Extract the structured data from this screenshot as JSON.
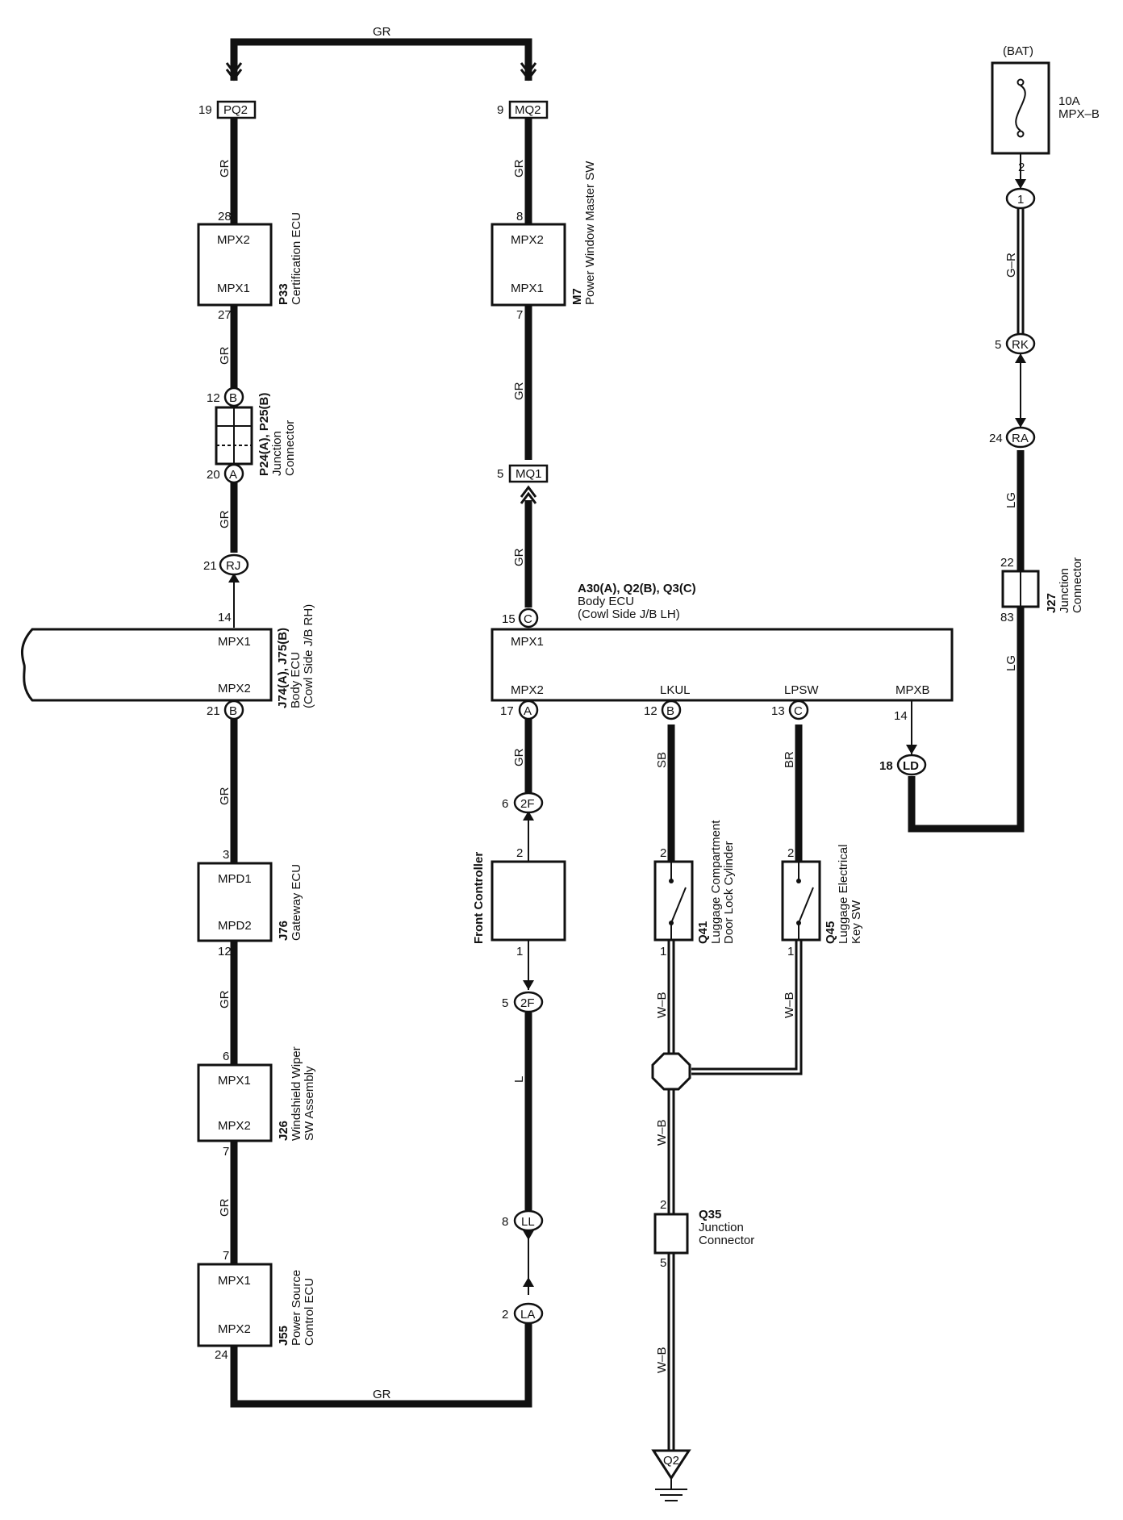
{
  "wires": {
    "gr_top": "GR",
    "gr_bottom": "GR",
    "gr_pq2_p33": "GR",
    "gr_p33_p24": "GR",
    "gr_p24_rj": "GR",
    "gr_j74_j76": "GR",
    "gr_j76_j26": "GR",
    "gr_j26_j55": "GR",
    "gr_mq2_m7": "GR",
    "gr_m7_mq1": "GR",
    "gr_mq1_a30": "GR",
    "gr_a30_2f": "GR",
    "l_2f_ll": "L",
    "sb": "SB",
    "br": "BR",
    "wb_q41": "W–B",
    "wb_q45": "W–B",
    "wb_q35_in": "W–B",
    "wb_q35_out": "W–B",
    "gr_bat": "G–R",
    "lg_top": "LG",
    "lg_bottom": "LG"
  },
  "connectors": {
    "pq2": {
      "label": "PQ2",
      "pin": "19"
    },
    "mq2": {
      "label": "MQ2",
      "pin": "9"
    },
    "mq1": {
      "label": "MQ1",
      "pin": "5"
    },
    "rj": {
      "label": "RJ",
      "pin": "21"
    },
    "b_p24": {
      "label": "B",
      "pin": "12"
    },
    "a_p24": {
      "label": "A",
      "pin": "20"
    },
    "b_j74": {
      "label": "B",
      "pin": "21"
    },
    "c_a30": {
      "label": "C",
      "pin": "15"
    },
    "a_a30": {
      "label": "A",
      "pin": "17"
    },
    "b_a30": {
      "label": "B",
      "pin": "12"
    },
    "c2_a30": {
      "label": "C",
      "pin": "13"
    },
    "ld": {
      "label": "LD",
      "pin": "18"
    },
    "f2_top": {
      "label": "2F",
      "pin": "6"
    },
    "f2_bot": {
      "label": "2F",
      "pin": "5"
    },
    "ll": {
      "label": "LL",
      "pin": "8"
    },
    "la": {
      "label": "LA",
      "pin": "2"
    },
    "c1": {
      "label": "1",
      "pin": "2"
    },
    "rk": {
      "label": "RK",
      "pin": "5"
    },
    "ra": {
      "label": "RA",
      "pin": "24"
    },
    "q2_ground": {
      "label": "Q2"
    }
  },
  "components": {
    "p33": {
      "code": "P33",
      "name": "Certification ECU",
      "term_top": "MPX2",
      "term_bot": "MPX1",
      "pin_top": "28",
      "pin_bot": "27"
    },
    "m7": {
      "code": "M7",
      "name": "Power Window Master SW",
      "term_top": "MPX2",
      "term_bot": "MPX1",
      "pin_top": "8",
      "pin_bot": "7"
    },
    "p24": {
      "code": "P24(A), P25(B)",
      "name": "Junction",
      "name2": "Connector"
    },
    "j74": {
      "code": "J74(A), J75(B)",
      "name": "Body ECU",
      "name2": "(Cowl Side J/B RH)",
      "term_top": "MPX1",
      "term_bot": "MPX2",
      "pin_top": "14"
    },
    "a30": {
      "code": "A30(A), Q2(B), Q3(C)",
      "name": "Body ECU",
      "name2": "(Cowl Side J/B LH)",
      "term_top": "MPX1",
      "term_mpx2": "MPX2",
      "term_lkul": "LKUL",
      "term_lpsw": "LPSW",
      "term_mpxb": "MPXB",
      "pin_mpxb": "14"
    },
    "j76": {
      "code": "J76",
      "name": "Gateway ECU",
      "term_top": "MPD1",
      "term_bot": "MPD2",
      "pin_top": "3",
      "pin_bot": "12"
    },
    "j26": {
      "code": "J26",
      "name": "Windshield Wiper",
      "name2": "SW Assembly",
      "term_top": "MPX1",
      "term_bot": "MPX2",
      "pin_top": "6",
      "pin_bot": "7"
    },
    "j55": {
      "code": "J55",
      "name": "Power Source",
      "name2": "Control ECU",
      "term_top": "MPX1",
      "term_bot": "MPX2",
      "pin_top": "7",
      "pin_bot": "24"
    },
    "front": {
      "name": "Front Controller",
      "pin_top": "2",
      "pin_bot": "1"
    },
    "q41": {
      "code": "Q41",
      "name": "Luggage Compartment",
      "name2": "Door Lock Cylinder",
      "pin_top": "2",
      "pin_bot": "1"
    },
    "q45": {
      "code": "Q45",
      "name": "Luggage Electrical",
      "name2": "Key SW",
      "pin_top": "2",
      "pin_bot": "1"
    },
    "q35": {
      "code": "Q35",
      "name": "Junction",
      "name2": "Connector",
      "pin_top": "2",
      "pin_bot": "5"
    },
    "j27": {
      "code": "J27",
      "name": "Junction",
      "name2": "Connector",
      "pin_top": "22",
      "pin_bot": "83"
    },
    "fuse": {
      "source": "(BAT)",
      "rating": "10A",
      "name": "MPX–B"
    }
  }
}
